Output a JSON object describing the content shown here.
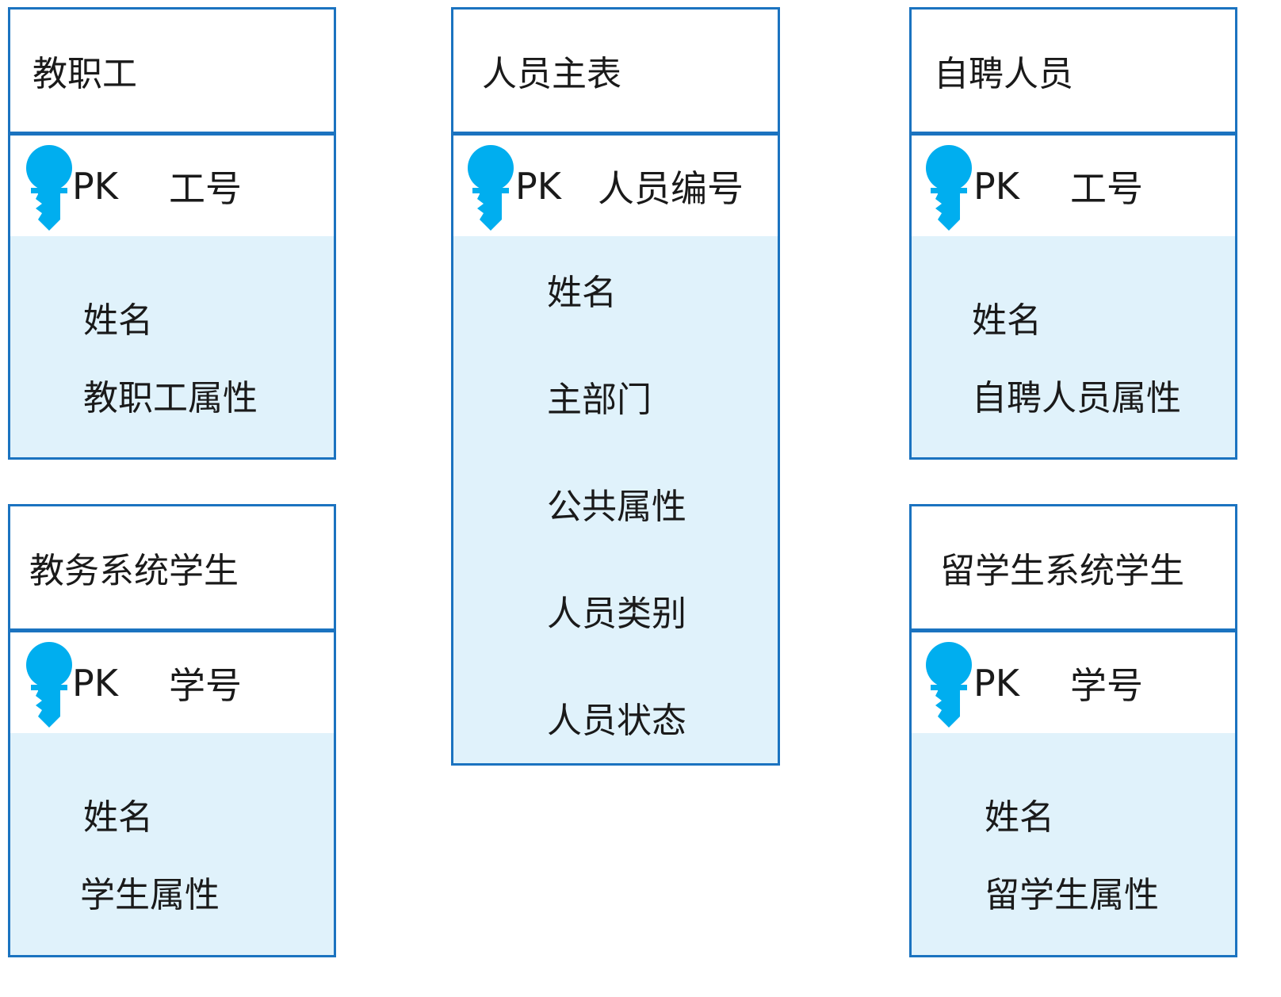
{
  "colors": {
    "border": "#1b73c0",
    "attr_fill": "#e0f2fb",
    "key_icon": "#00aeef"
  },
  "pk_marker": "PK",
  "entities": {
    "staff": {
      "title": "教职工",
      "pk": "工号",
      "attrs": [
        "姓名",
        "教职工属性"
      ]
    },
    "master": {
      "title": "人员主表",
      "pk": "人员编号",
      "attrs": [
        "姓名",
        "主部门",
        "公共属性",
        "人员类别",
        "人员状态"
      ]
    },
    "self_hired": {
      "title": "自聘人员",
      "pk": "工号",
      "attrs": [
        "姓名",
        "自聘人员属性"
      ]
    },
    "academic_student": {
      "title": "教务系统学生",
      "pk": "学号",
      "attrs": [
        "姓名",
        "学生属性"
      ]
    },
    "intl_student": {
      "title": "留学生系统学生",
      "pk": "学号",
      "attrs": [
        "姓名",
        "留学生属性"
      ]
    }
  }
}
